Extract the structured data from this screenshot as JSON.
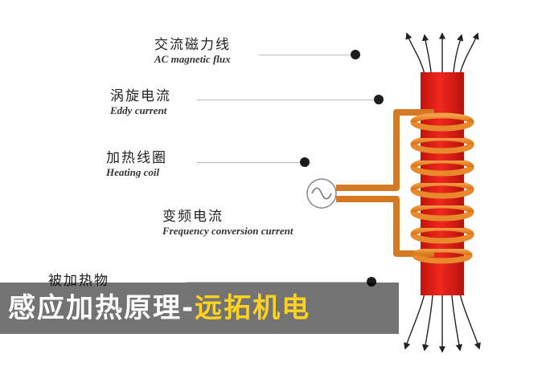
{
  "labels": [
    {
      "zh": "交流磁力线",
      "en": "AC magnetic flux"
    },
    {
      "zh": "涡旋电流",
      "en": "Eddy current"
    },
    {
      "zh": "加热线圈",
      "en": "Heating coil"
    },
    {
      "zh": "变频电流",
      "en": "Frequency conversion current"
    },
    {
      "zh": "被加热物",
      "en": ""
    }
  ],
  "banner": {
    "main": "感应加热原理-",
    "brand": "远拓机电"
  },
  "colors": {
    "workpiece": "#e8201a",
    "coil": "#e07a1a",
    "coil_dark": "#b8560c",
    "arrows": "#222222",
    "brand": "#ffd21f"
  }
}
